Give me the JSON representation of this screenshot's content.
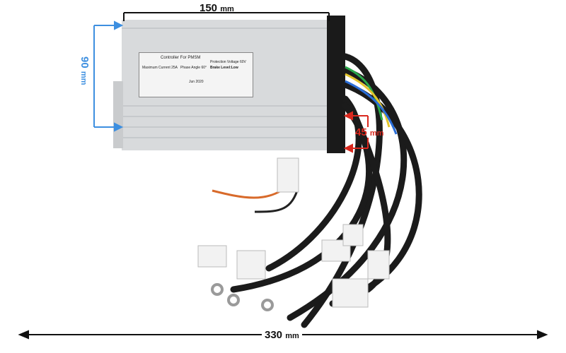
{
  "dimensions": {
    "length": {
      "value": "150",
      "unit": "mm",
      "color": "#111111"
    },
    "height": {
      "value": "90",
      "unit": "mm",
      "color": "#3d8fe0"
    },
    "depth": {
      "value": "45",
      "unit": "mm",
      "color": "#d9281e"
    },
    "cable_length": {
      "value": "330",
      "unit": "mm",
      "color": "#111111"
    }
  },
  "label": {
    "title": "Controller For PMSM",
    "maximum_current": "Maximum Current 25A",
    "phase_angle": "Phase Angle 60°",
    "brake_level": "Brake Level:Low",
    "protection_voltage": "Protection Voltage 60V",
    "date": "Jun 2020"
  }
}
